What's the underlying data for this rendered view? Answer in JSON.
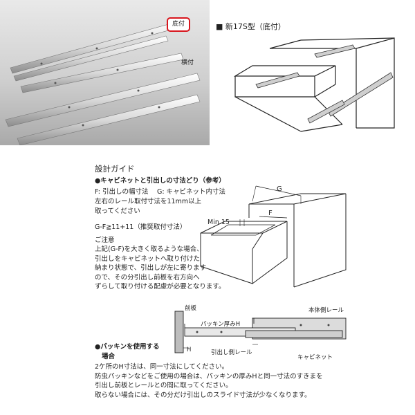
{
  "photo": {
    "tag_bottom": "底付",
    "tag_side": "横付",
    "accent_red": "#d8151c"
  },
  "section_top": {
    "heading": "■ 新17S型（底付）"
  },
  "guide": {
    "title": "設計ガイド",
    "subhead": "●キャビネットと引出しの寸法どり（参考）",
    "line1": "F: 引出しの幅寸法　 G: キャビネット内寸法",
    "line2": "左右のレール取付寸法を11mm以上",
    "line3": "取ってください",
    "formula": "G-F≧11+11（推奨取付寸法）",
    "note_head": "ご注意",
    "note": [
      "上記(G-F)を大きく取るような場合、",
      "引出しをキャビネットへ取り付けた",
      "納まり状態で、引出しが左に寄ります",
      "ので、その分引出し前板を右方向へ",
      "ずらして取り付ける配慮が必要となります。"
    ],
    "label_g": "G",
    "label_f": "F",
    "label_min": "Min.15"
  },
  "packing": {
    "head1": "●パッキンを使用する",
    "head2": "場合",
    "label_front": "前板",
    "label_body_rail": "本体側レール",
    "label_packing": "パッキン厚みH",
    "label_h": "H",
    "label_drawer_rail": "引出し側レール",
    "label_cabinet": "キャビネット",
    "body": [
      "2ケ所のH寸法は、同一寸法にしてください。",
      "防虫パッキンなどをご使用の場合は、パッキンの厚みHと同一寸法のすきまを",
      "引出し前板とレールとの間に取ってください。",
      "取らない場合には、その分だけ引出しのスライド寸法が少なくなります。"
    ]
  }
}
